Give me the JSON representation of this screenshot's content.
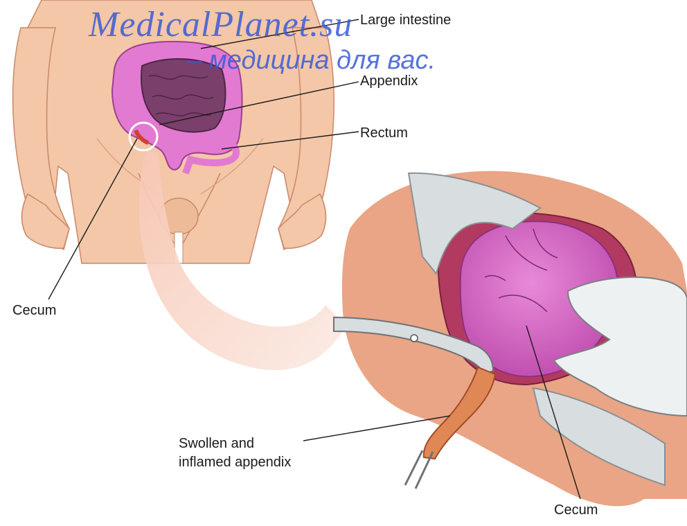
{
  "watermark": {
    "site": "MedicalPlanet.su",
    "tagline": "– медицина для вас."
  },
  "labels": {
    "large_intestine": "Large intestine",
    "appendix": "Appendix",
    "rectum": "Rectum",
    "cecum_left": "Cecum",
    "swollen_line1": "Swollen and",
    "swollen_line2": "inflamed appendix",
    "cecum_bottom": "Cecum"
  },
  "colors": {
    "skin": "#f3c7a7",
    "skin_dark": "#e8a885",
    "intestine": "#e27ad2",
    "intestine_dark": "#b14ea1",
    "small_intestine": "#7a3f6b",
    "surgical_bg": "#e9a585",
    "cecum": "#d866c8",
    "retractor": "#d8dde0",
    "watermark": "#3a5ad8"
  }
}
